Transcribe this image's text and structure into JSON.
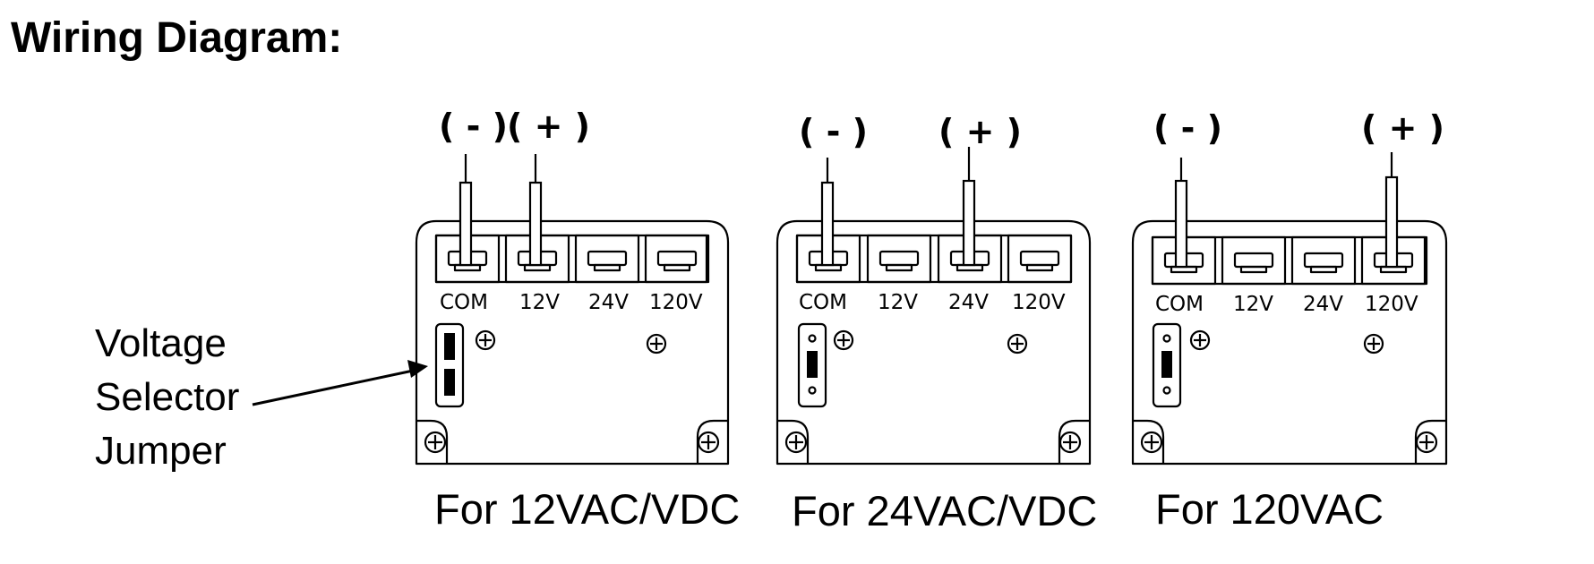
{
  "title": "Wiring Diagram:",
  "callout": {
    "lines": [
      "Voltage",
      "Selector",
      "Jumper"
    ]
  },
  "polarity": {
    "negative": "( - )",
    "positive": "( + )"
  },
  "terminals": [
    "COM",
    "12V",
    "24V",
    "120V"
  ],
  "modules": [
    {
      "caption": "For 12VAC/VDC",
      "positive_terminal": "12V",
      "jumper_position": "12V"
    },
    {
      "caption": "For 24VAC/VDC",
      "positive_terminal": "24V",
      "jumper_position": "24V"
    },
    {
      "caption": "For 120VAC",
      "positive_terminal": "120V",
      "jumper_position": "120V"
    }
  ]
}
